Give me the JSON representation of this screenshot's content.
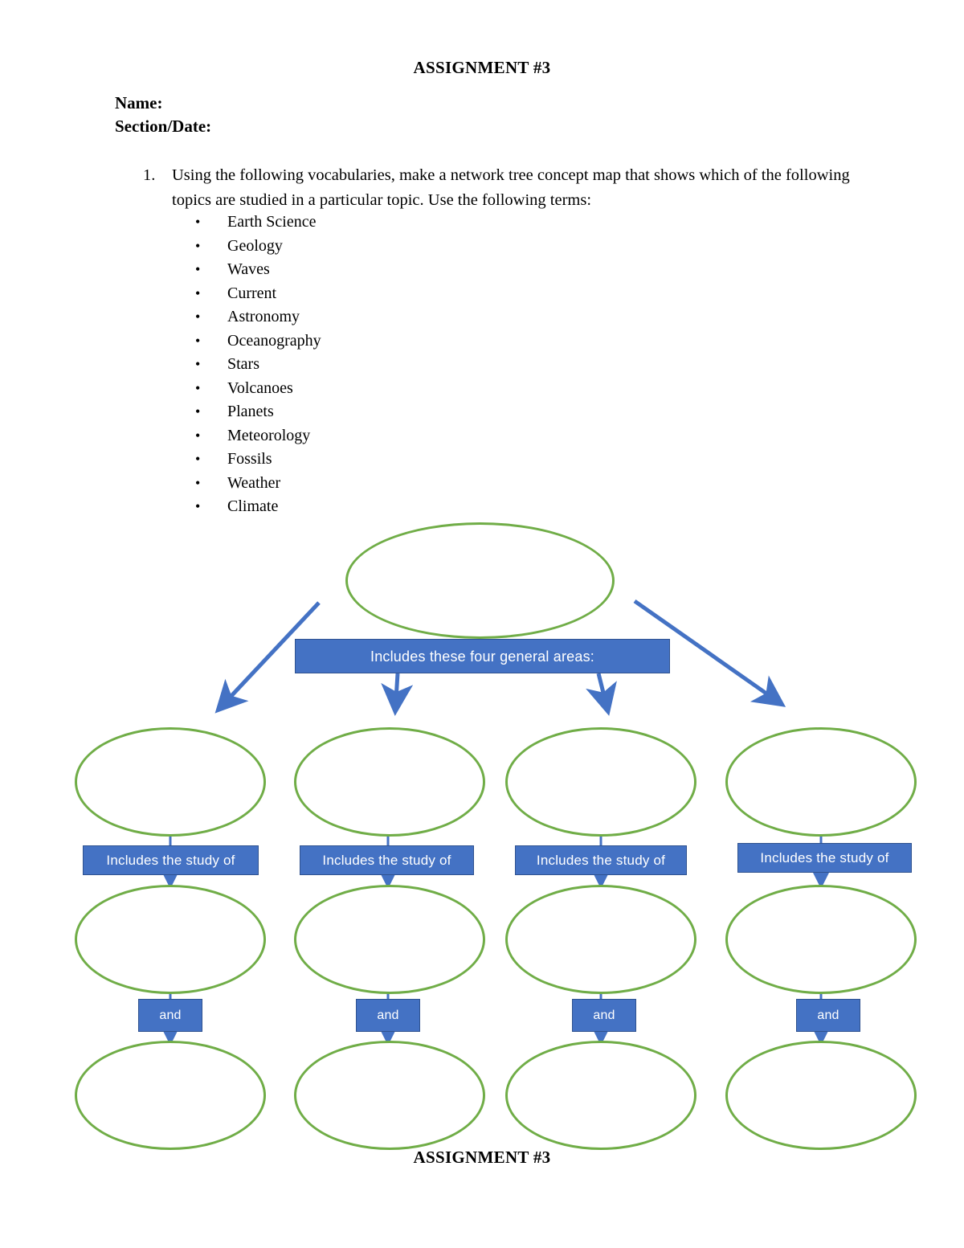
{
  "document": {
    "title": "ASSIGNMENT #3",
    "footer_title": "ASSIGNMENT #3",
    "name_label": "Name:",
    "section_label": "Section/Date:"
  },
  "instruction": {
    "number": "1.",
    "text": "Using the following vocabularies, make a network tree concept map that shows which of the following topics are studied in a particular topic. Use the following terms:"
  },
  "vocabulary": {
    "bullet_glyph": "•",
    "items": [
      "Earth Science",
      "Geology",
      "Waves",
      "Current",
      "Astronomy",
      "Oceanography",
      "Stars",
      "Volcanoes",
      "Planets",
      "Meteorology",
      "Fossils",
      "Weather",
      "Climate"
    ]
  },
  "concept_map": {
    "colors": {
      "ellipse_stroke": "#70AD47",
      "box_fill": "#4472C4",
      "box_stroke": "#2F528F",
      "arrow": "#4472C4",
      "box_text": "#FFFFFF"
    },
    "top_ellipse_label": "",
    "connector_top": "Includes these four general areas:",
    "connectors_study": [
      "Includes the study of",
      "Includes the study of",
      "Includes the study of",
      "Includes the study of"
    ],
    "connectors_and": [
      "and",
      "and",
      "and",
      "and"
    ],
    "branch_ellipse_labels": [
      "",
      "",
      "",
      ""
    ],
    "mid_ellipse_labels": [
      "",
      "",
      "",
      ""
    ],
    "bottom_ellipse_labels": [
      "",
      "",
      "",
      ""
    ]
  }
}
